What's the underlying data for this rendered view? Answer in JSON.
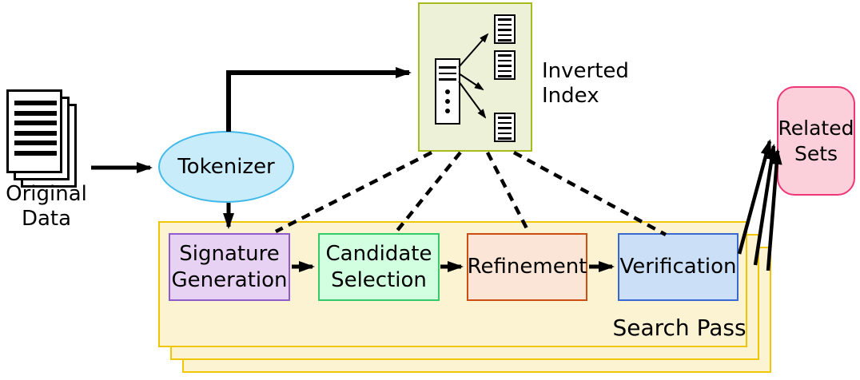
{
  "diagram_type": "flowchart",
  "nodes": {
    "original_data": {
      "label": "Original Data",
      "icon": "document-stack-icon"
    },
    "tokenizer": {
      "label": "Tokenizer",
      "shape": "ellipse",
      "fill": "#c8ecfa",
      "border": "#41b9e9"
    },
    "inverted_index": {
      "label": "Inverted Index",
      "fill": "#ecf1d8",
      "border": "#a8bb1c",
      "icon": "postings-list-with-documents-icon"
    },
    "search_pass": {
      "label": "Search Pass",
      "fill": "#fcf3d3",
      "border": "#f0c501",
      "stacked_copies": 3
    },
    "signature_generation": {
      "label": "Signature Generation",
      "fill": "#e8d2f4",
      "border": "#8e5bc8"
    },
    "candidate_selection": {
      "label": "Candidate Selection",
      "fill": "#d2ffdf",
      "border": "#33cb67"
    },
    "refinement": {
      "label": "Refinement",
      "fill": "#fbe5d6",
      "border": "#cb4d10"
    },
    "verification": {
      "label": "Verification",
      "fill": "#cbdff7",
      "border": "#3a68d2"
    },
    "related_sets": {
      "label": "Related Sets",
      "shape": "rounded",
      "fill": "#fbd0db",
      "border": "#ef3677"
    }
  },
  "edges": [
    {
      "from": "original_data",
      "to": "tokenizer",
      "style": "solid-arrow"
    },
    {
      "from": "tokenizer",
      "to": "inverted_index",
      "style": "solid-arrow"
    },
    {
      "from": "tokenizer",
      "to": "signature_generation",
      "style": "solid-arrow"
    },
    {
      "from": "signature_generation",
      "to": "candidate_selection",
      "style": "solid-arrow"
    },
    {
      "from": "candidate_selection",
      "to": "refinement",
      "style": "solid-arrow"
    },
    {
      "from": "refinement",
      "to": "verification",
      "style": "solid-arrow"
    },
    {
      "from": "inverted_index",
      "to": "signature_generation",
      "style": "dashed"
    },
    {
      "from": "inverted_index",
      "to": "candidate_selection",
      "style": "dashed"
    },
    {
      "from": "inverted_index",
      "to": "refinement",
      "style": "dashed"
    },
    {
      "from": "inverted_index",
      "to": "verification",
      "style": "dashed"
    },
    {
      "from": "verification",
      "to": "related_sets",
      "style": "solid-arrow",
      "count": 3
    }
  ],
  "arrow_color": "#000000"
}
